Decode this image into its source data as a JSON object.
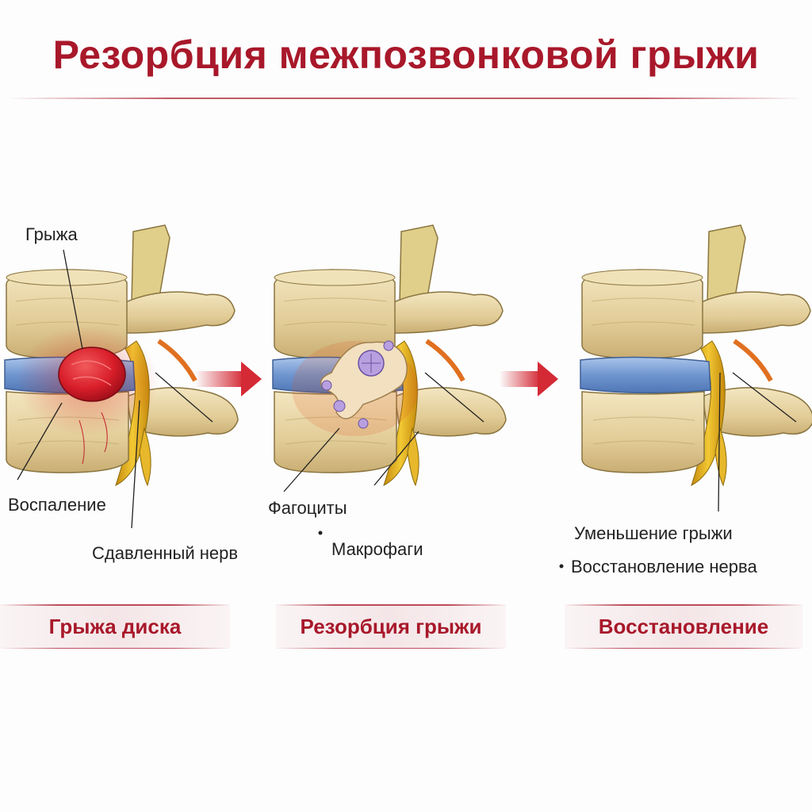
{
  "title": "Резорбция межпозвонковой грыжи",
  "panels": [
    {
      "stage": "Грыжа диска",
      "labels": {
        "hernia": "Грыжа",
        "inflammation": "Воспаление",
        "nerve": "Сдавленный нерв"
      }
    },
    {
      "stage": "Резорбция грыжи",
      "labels": {
        "phagocytes": "Фагоциты",
        "macrophages": "Макрофаги"
      }
    },
    {
      "stage": "Восстановление",
      "labels": {
        "reduction": "Уменьшение грыжи",
        "nerve_recovery": "Восстановление нерва"
      }
    }
  ],
  "colors": {
    "accent": "#a8182a",
    "bone": "#e8d6a8",
    "disc": "#7fa3d6",
    "nerve": "#e8b820",
    "hernia": "#d81e2a",
    "cell": "#b8a0e0"
  },
  "icons": {
    "arrow": "arrow-right-icon",
    "bullet": "bullet-dot-icon"
  }
}
